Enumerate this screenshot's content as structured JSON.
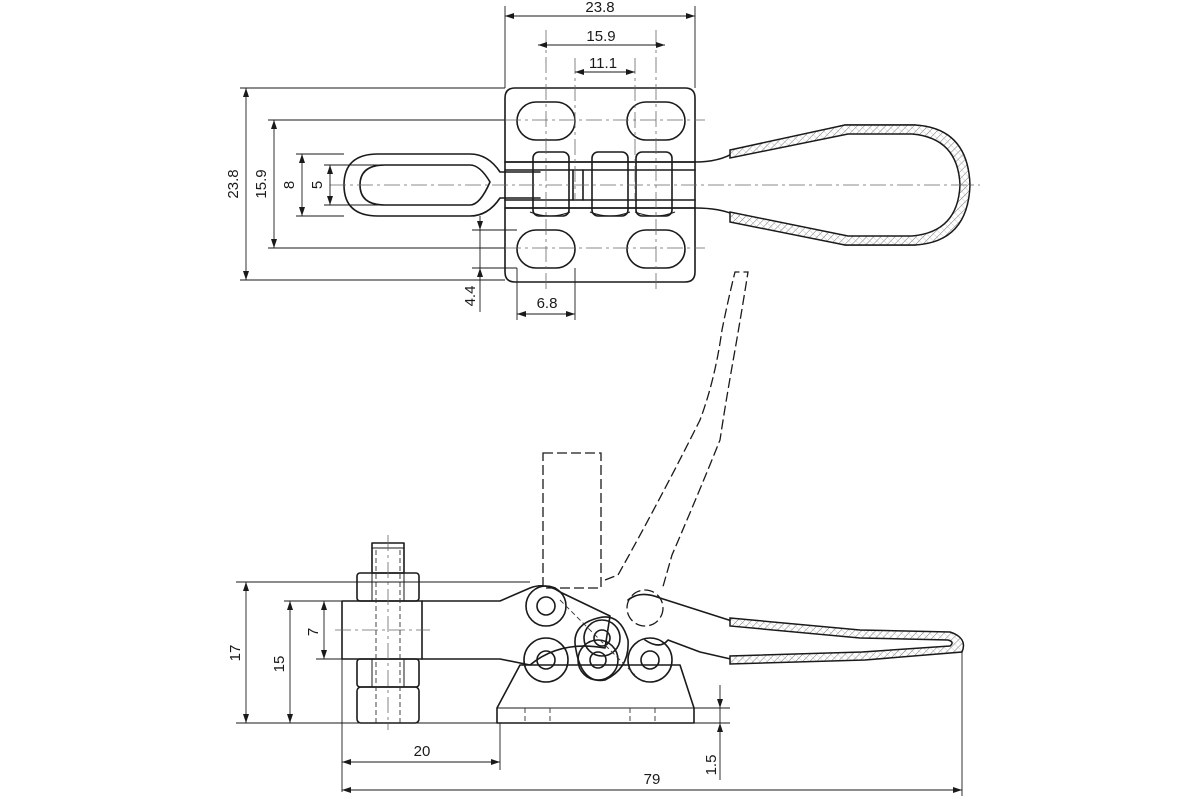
{
  "dimensions": {
    "top_width_overall": "23.8",
    "top_width_holes": "15.9",
    "top_width_inner": "11.1",
    "left_height_overall": "23.8",
    "left_height_holes": "15.9",
    "left_height_8": "8",
    "left_height_5": "5",
    "slot_width": "4.4",
    "slot_length": "6.8",
    "side_height_17": "17",
    "side_height_15": "15",
    "side_height_7": "7",
    "bottom_length_20": "20",
    "bottom_length_79": "79",
    "base_thickness": "1.5"
  }
}
